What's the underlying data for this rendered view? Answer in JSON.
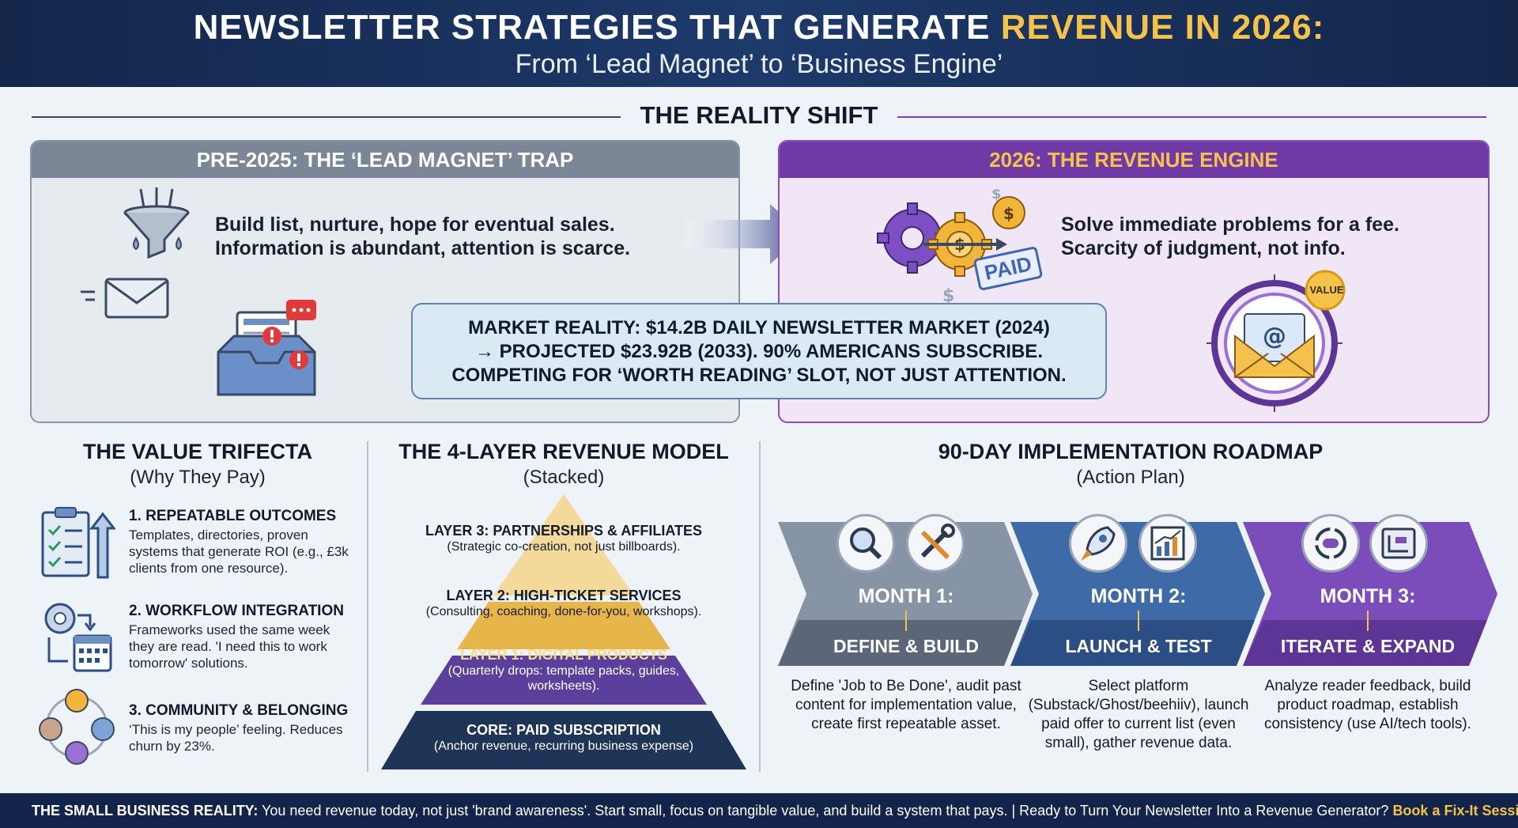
{
  "header": {
    "title_main": "NEWSLETTER STRATEGIES THAT GENERATE ",
    "title_highlight": "REVENUE IN 2026:",
    "subtitle": "From ‘Lead Magnet’ to ‘Business Engine’"
  },
  "reality_shift": {
    "heading": "THE REALITY SHIFT",
    "pre": {
      "title": "PRE-2025: THE ‘LEAD MAGNET’ TRAP",
      "line1": "Build list, nurture, hope for eventual sales.",
      "line2": "Information is abundant, attention is scarce."
    },
    "engine": {
      "title": "2026: THE REVENUE ENGINE",
      "line1": "Solve immediate problems for a fee.",
      "line2": "Scarcity of judgment, not info.",
      "paid_stamp": "PAID",
      "value_badge": "VALUE"
    },
    "market": {
      "line1": "MARKET REALITY: $14.2B DAILY NEWSLETTER MARKET (2024)",
      "line2": "→ PROJECTED $23.92B (2033). 90% AMERICANS SUBSCRIBE.",
      "line3": "COMPETING FOR ‘WORTH READING’ SLOT, NOT JUST ATTENTION."
    }
  },
  "trifecta": {
    "title": "THE VALUE TRIFECTA",
    "subtitle": "(Why They Pay)",
    "items": [
      {
        "title": "1. REPEATABLE OUTCOMES",
        "desc": "Templates, directories, proven systems that generate ROI (e.g., £3k clients from one resource)."
      },
      {
        "title": "2. WORKFLOW INTEGRATION",
        "desc": "Frameworks used the same week they are read. 'I need this to work tomorrow' solutions."
      },
      {
        "title": "3. COMMUNITY & BELONGING",
        "desc": "‘This is my people’ feeling. Reduces churn by 23%."
      }
    ]
  },
  "revenue_model": {
    "title": "THE 4-LAYER REVENUE MODEL",
    "subtitle": "(Stacked)",
    "layers": [
      {
        "title": "LAYER 3: PARTNERSHIPS & AFFILIATES",
        "desc": "(Strategic co-creation, not just billboards)."
      },
      {
        "title": "LAYER 2: HIGH-TICKET SERVICES",
        "desc": "(Consulting, coaching, done-for-you, workshops)."
      },
      {
        "title": "LAYER 1: DIGITAL PRODUCTS",
        "desc": "(Quarterly drops: template packs, guides, worksheets)."
      },
      {
        "title": "CORE: PAID SUBSCRIPTION",
        "desc": "(Anchor revenue, recurring business expense)"
      }
    ],
    "colors": [
      "#f3d99a",
      "#e7b64a",
      "#5b3f9c",
      "#1f3558"
    ]
  },
  "roadmap": {
    "title": "90-DAY IMPLEMENTATION ROADMAP",
    "subtitle": "(Action Plan)",
    "months": [
      {
        "label": "MONTH 1:",
        "phase": "DEFINE & BUILD",
        "desc": "Define 'Job to Be Done', audit past content for implementation value, create first repeatable asset.",
        "color": "#8794a6",
        "dark": "#5b6779"
      },
      {
        "label": "MONTH 2:",
        "phase": "LAUNCH & TEST",
        "desc": "Select platform (Substack/Ghost/beehiiv), launch paid offer to current list (even small), gather revenue data.",
        "color": "#3f6aa8",
        "dark": "#2b4f85"
      },
      {
        "label": "MONTH 3:",
        "phase": "ITERATE & EXPAND",
        "desc": "Analyze reader feedback, build product roadmap, establish consistency (use AI/tech tools).",
        "color": "#7a4dbb",
        "dark": "#5c3596"
      }
    ]
  },
  "footer": {
    "lead": "THE SMALL BUSINESS REALITY:",
    "text": " You need revenue today, not just 'brand awareness'. Start small, focus on tangible value, and build a system that pays. | Ready to Turn Your Newsletter Into a Revenue Generator? ",
    "cta": "Book a Fix-It Session."
  },
  "colors": {
    "navy": "#13264a",
    "gold": "#f5c34a",
    "purple": "#6f3aa6",
    "slate": "#7b8796"
  }
}
